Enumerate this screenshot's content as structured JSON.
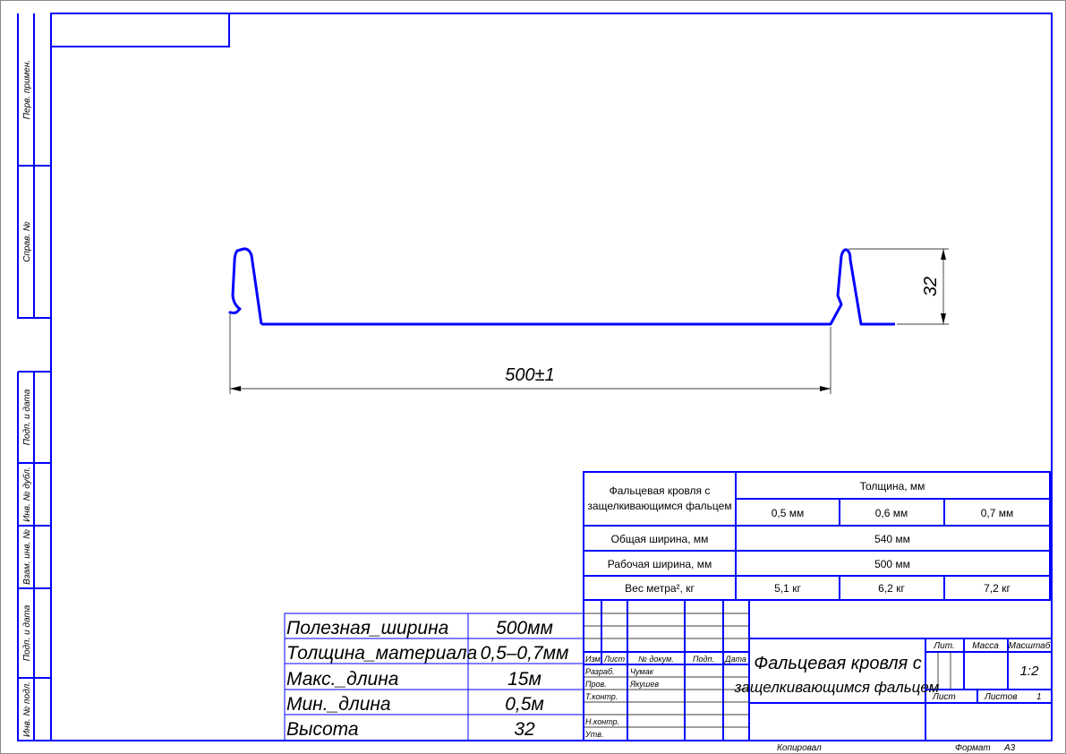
{
  "side_strip": [
    "Перв. примен.",
    "Справ. №",
    "Подп. и дата",
    "Инв. № дубл.",
    "Взам. инв. №",
    "Подп. и дата",
    "Инв. № подл."
  ],
  "drawing": {
    "width_dim": "500±1",
    "height_dim": "32"
  },
  "spec_table": {
    "title": "Фальцевая кровля с защелкивающимся фальцем",
    "title_line1": "Фальцевая кровля с",
    "title_line2": "защелкивающимся фальцем",
    "thickness_header": "Толщина, мм",
    "thicknesses": [
      "0,5 мм",
      "0,6 мм",
      "0,7 мм"
    ],
    "rows": [
      {
        "label": "Общая ширина, мм",
        "value": "540 мм"
      },
      {
        "label": "Рабочая ширина, мм",
        "value": "500 мм"
      }
    ],
    "weight_label": "Вес  метра², кг",
    "weights": [
      "5,1 кг",
      "6,2 кг",
      "7,2 кг"
    ]
  },
  "params_table": [
    {
      "label": "Полезная_ширина",
      "value": "500мм"
    },
    {
      "label": "Толщина_материала",
      "value": "0,5–0,7мм"
    },
    {
      "label": "Макс._длина",
      "value": "15м"
    },
    {
      "label": "Мин._длина",
      "value": "0,5м"
    },
    {
      "label": "Высота",
      "value": "32"
    }
  ],
  "title_block": {
    "headers": [
      "Изм.",
      "Лист",
      "№ докум.",
      "Подп.",
      "Дата"
    ],
    "roles": [
      "Разраб.",
      "Пров.",
      "Т.контр.",
      "Н.контр.",
      "Утв."
    ],
    "developer": "Чумак",
    "checker": "Якушев",
    "name_line1": "Фальцевая кровля с",
    "name_line2": "защелкивающимся фальцем",
    "lit_label": "Лит.",
    "mass_label": "Масса",
    "scale_label": "Масштаб",
    "scale": "1:2",
    "sheet_label": "Лист",
    "sheets_label": "Листов",
    "sheets": "1",
    "copied_label": "Копировал",
    "format_label": "Формат",
    "format": "А3"
  }
}
